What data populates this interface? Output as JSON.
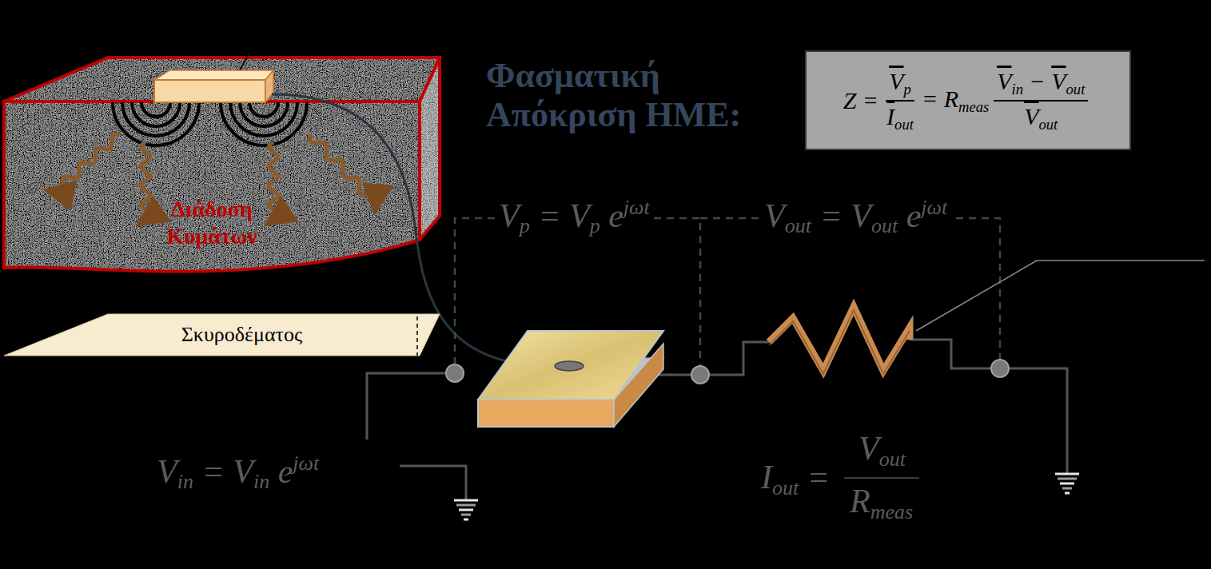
{
  "diagram": {
    "title": "Φασματική Απόκριση ΗΜΕ:",
    "nodes": [
      {
        "text": [
          "Διάδοση Κυμάτων"
        ]
      },
      {
        "text": [
          "Σκυροδέματος"
        ]
      },
      {
        "text": [
          "Z =",
          "Vp",
          "Iout",
          "= Rmeas",
          "Vin − Vout",
          "Vout"
        ]
      }
    ],
    "labels": [
      "Vp = Vp ejωt",
      "Vout = Vout ejωt",
      "Vin = Vin ejωt",
      "Iout =",
      "Vout",
      "Rmeas"
    ]
  }
}
